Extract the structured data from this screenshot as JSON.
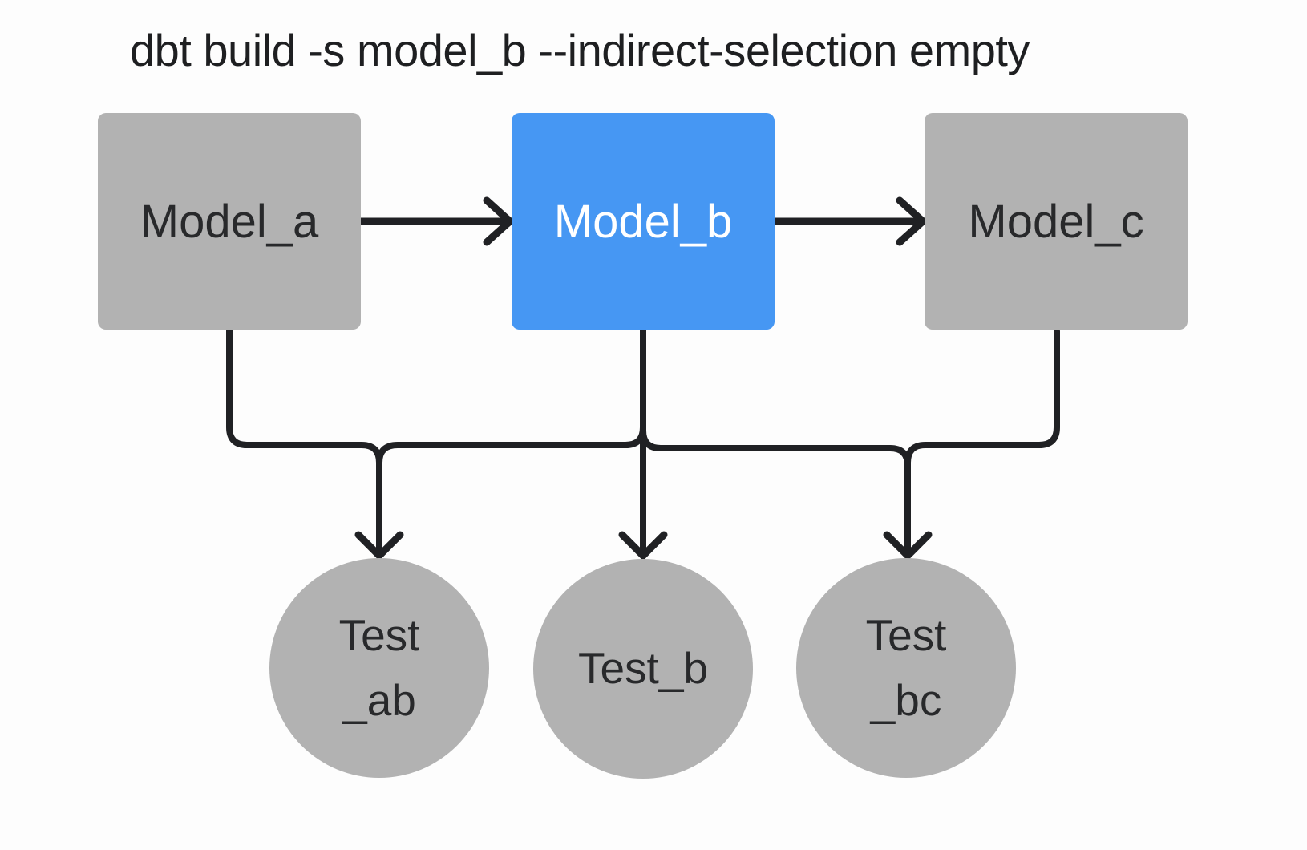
{
  "title": "dbt build -s model_b --indirect-selection empty",
  "colors": {
    "background": "#fdfdfd",
    "node_gray": "#b2b2b2",
    "selected_blue": "#4697f3",
    "edge_dark": "#202124",
    "text_dark": "#28292b",
    "text_light": "#ffffff"
  },
  "diagram": {
    "models": [
      {
        "id": "model_a",
        "label": "Model_a",
        "selected": false
      },
      {
        "id": "model_b",
        "label": "Model_b",
        "selected": true
      },
      {
        "id": "model_c",
        "label": "Model_c",
        "selected": false
      }
    ],
    "tests": [
      {
        "id": "test_ab",
        "line1": "Test",
        "line2": "_ab"
      },
      {
        "id": "test_b",
        "line1": "Test_b",
        "line2": ""
      },
      {
        "id": "test_bc",
        "line1": "Test",
        "line2": "_bc"
      }
    ],
    "edges": [
      "model_a -> model_b",
      "model_b -> model_c",
      "model_a -> test_ab",
      "model_b -> test_ab",
      "model_b -> test_b",
      "model_b -> test_bc",
      "model_c -> test_bc"
    ]
  }
}
